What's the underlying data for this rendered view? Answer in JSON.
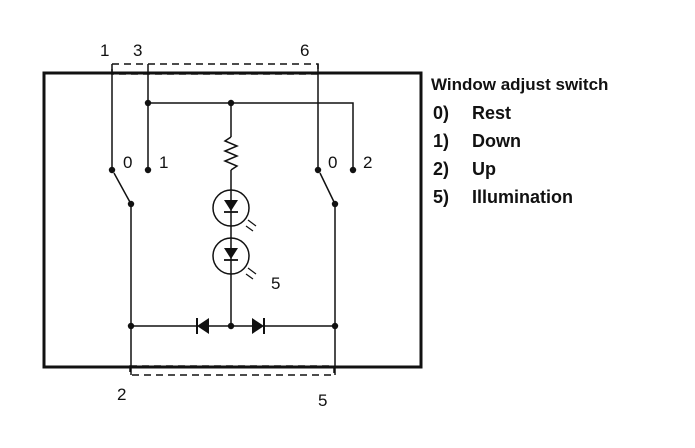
{
  "diagram": {
    "colors": {
      "line": "#111111",
      "background": "#ffffff"
    },
    "pins": {
      "top_left_a": "1",
      "top_left_b": "3",
      "top_right": "6",
      "bottom_left": "2",
      "bottom_right": "5"
    },
    "switch_positions": {
      "left_rest": "0",
      "left_down": "1",
      "right_rest": "0",
      "right_up": "2"
    },
    "lamp_label": "5"
  },
  "legend": {
    "title": "Window adjust switch",
    "items": [
      {
        "key": "0)",
        "label": "Rest"
      },
      {
        "key": "1)",
        "label": "Down"
      },
      {
        "key": "2)",
        "label": "Up"
      },
      {
        "key": "5)",
        "label": "Illumination"
      }
    ]
  }
}
